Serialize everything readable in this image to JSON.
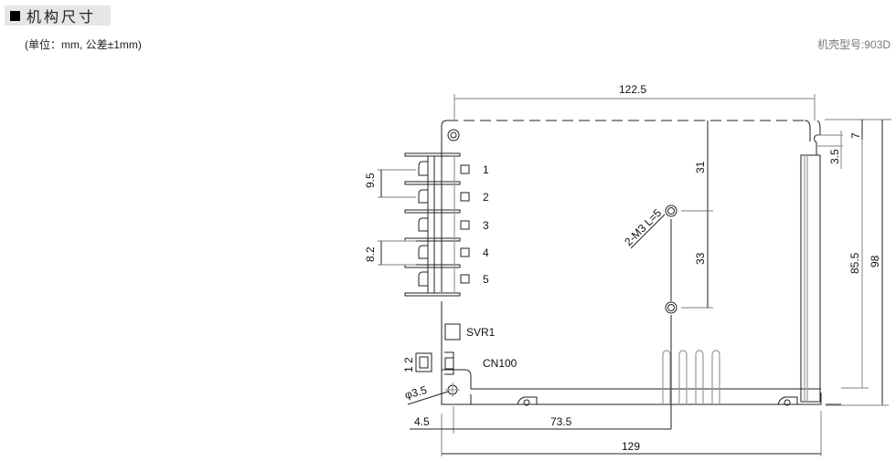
{
  "header": {
    "title": "机构尺寸",
    "units_note": "(单位：mm, 公差±1mm)",
    "model": "机壳型号:903D"
  },
  "drawing": {
    "terminals": [
      "1",
      "2",
      "3",
      "4",
      "5"
    ],
    "labels": {
      "svr": "SVR1",
      "connector": "CN100",
      "connector_pins": "1 2",
      "mount_holes": "2-M3 L=5",
      "hole_dia": "φ3.5"
    },
    "dimensions": {
      "top_width": "122.5",
      "pitch_a": "9.5",
      "pitch_b": "8.2",
      "hole_top": "31",
      "hole_spacing": "33",
      "slot_depth": "7",
      "slot_width": "3.5",
      "height_inner": "85.5",
      "height_total": "98",
      "edge_offset": "4.5",
      "hole_offset": "73.5",
      "total_width": "129"
    }
  }
}
